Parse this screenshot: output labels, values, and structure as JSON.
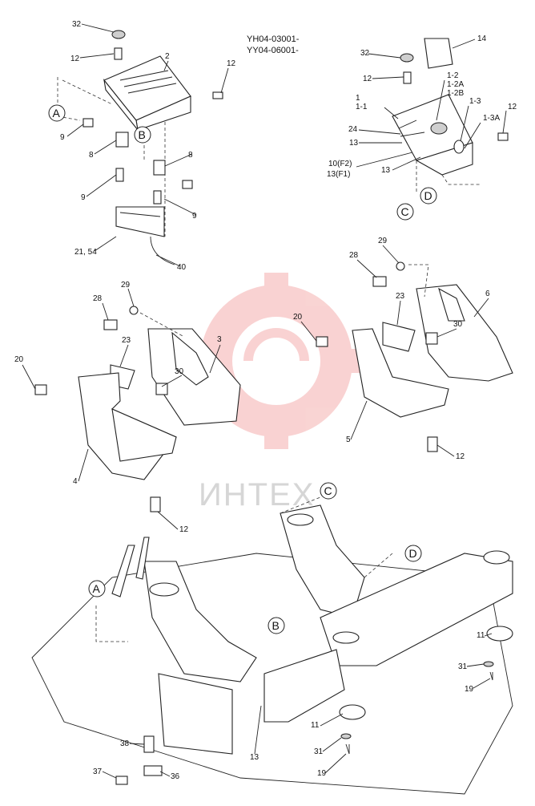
{
  "serials": [
    "YH04-03001-",
    "YY04-06001-"
  ],
  "watermark": "ИНТЕХ",
  "part_numbers": {
    "p32a": "32",
    "p12a": "12",
    "p2": "2",
    "p12b": "12",
    "p9a": "9",
    "p8a": "8",
    "p8b": "8",
    "p9b": "9",
    "p9c": "9",
    "p21": "21, 54",
    "p40": "40",
    "p14": "14",
    "p32b": "32",
    "p12c": "12",
    "p1_2": "1-2",
    "p1_2A": "1-2A",
    "p1_2B": "1-2B",
    "p1": "1",
    "p1_1": "1-1",
    "p1_3": "1-3",
    "p1_3A": "1-3A",
    "p12d": "12",
    "p24": "24",
    "p13a": "13",
    "p10": "10(F2)",
    "p13f": "13(F1)",
    "p13b": "13",
    "p29a": "29",
    "p28a": "28",
    "p20a": "20",
    "p23a": "23",
    "p3": "3",
    "p30a": "30",
    "p4": "4",
    "p12e": "12",
    "p29b": "29",
    "p28b": "28",
    "p23b": "23",
    "p6": "6",
    "p20b": "20",
    "p30b": "30",
    "p5": "5",
    "p12f": "12",
    "p11a": "11",
    "p31a": "31",
    "p19a": "19",
    "p11b": "11",
    "p31b": "31",
    "p19b": "19",
    "p38": "38",
    "p37": "37",
    "p36": "36",
    "p13c": "13"
  },
  "callouts": {
    "A": "A",
    "B": "B",
    "C": "C",
    "D": "D"
  }
}
